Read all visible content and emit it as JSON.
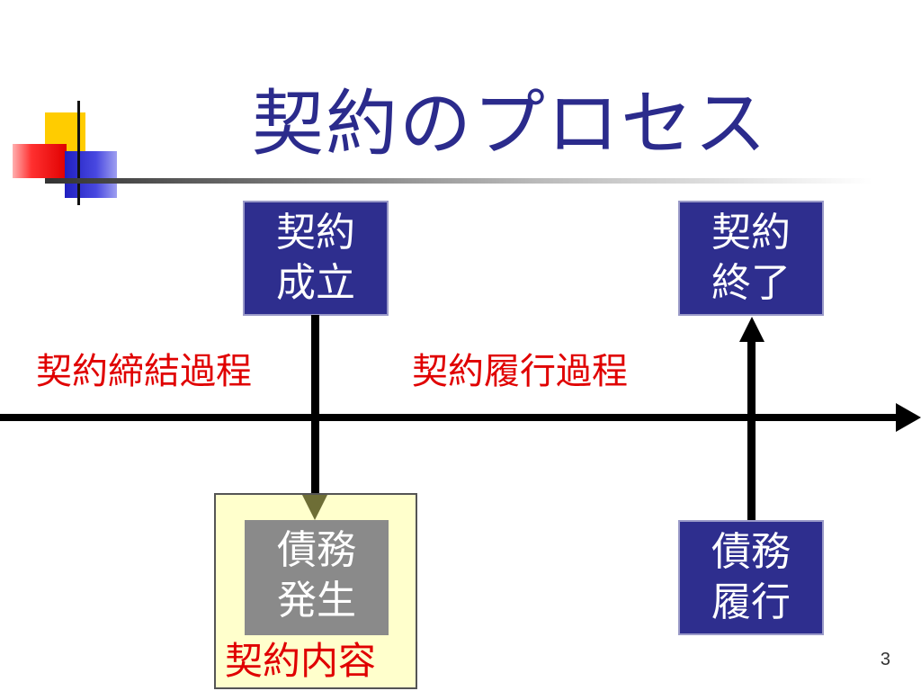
{
  "slide": {
    "title": "契約のプロセス",
    "page_number": "3"
  },
  "boxes": {
    "contract_formation": {
      "line1": "契約",
      "line2": "成立"
    },
    "contract_end": {
      "line1": "契約",
      "line2": "終了"
    },
    "obligation_arise": {
      "line1": "債務",
      "line2": "発生"
    },
    "obligation_perform": {
      "line1": "債務",
      "line2": "履行"
    }
  },
  "labels": {
    "conclusion_process": "契約締結過程",
    "performance_process": "契約履行過程",
    "contract_content": "契約内容"
  },
  "colors": {
    "title": "#2b2b8c",
    "box_navy": "#2e2e8e",
    "box_gray": "#8a8a8a",
    "label_red": "#e00000",
    "panel_yellow": "#ffffcc"
  }
}
